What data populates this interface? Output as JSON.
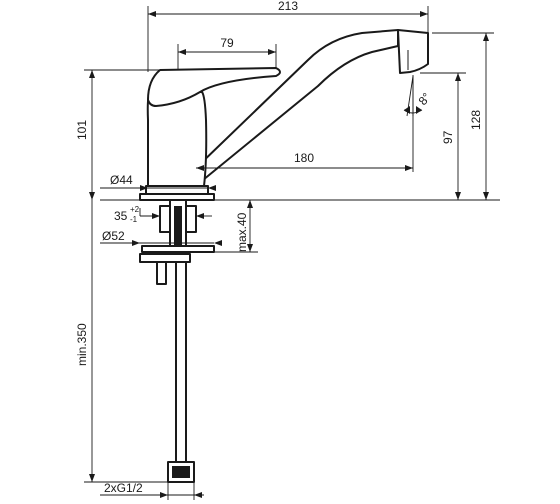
{
  "dimensions": {
    "overall_width": "213",
    "lever_length": "79",
    "spout_reach": "180",
    "base_diameter": "Ø44",
    "mount_hole": "35",
    "mount_tol_plus": "+2",
    "mount_tol_minus": "-1",
    "plate_diameter": "Ø52",
    "max_deck": "max.40",
    "body_height": "101",
    "outlet_height": "97",
    "total_height": "128",
    "spout_angle": "8°",
    "hose_length": "min.350",
    "connection": "2xG1/2"
  }
}
